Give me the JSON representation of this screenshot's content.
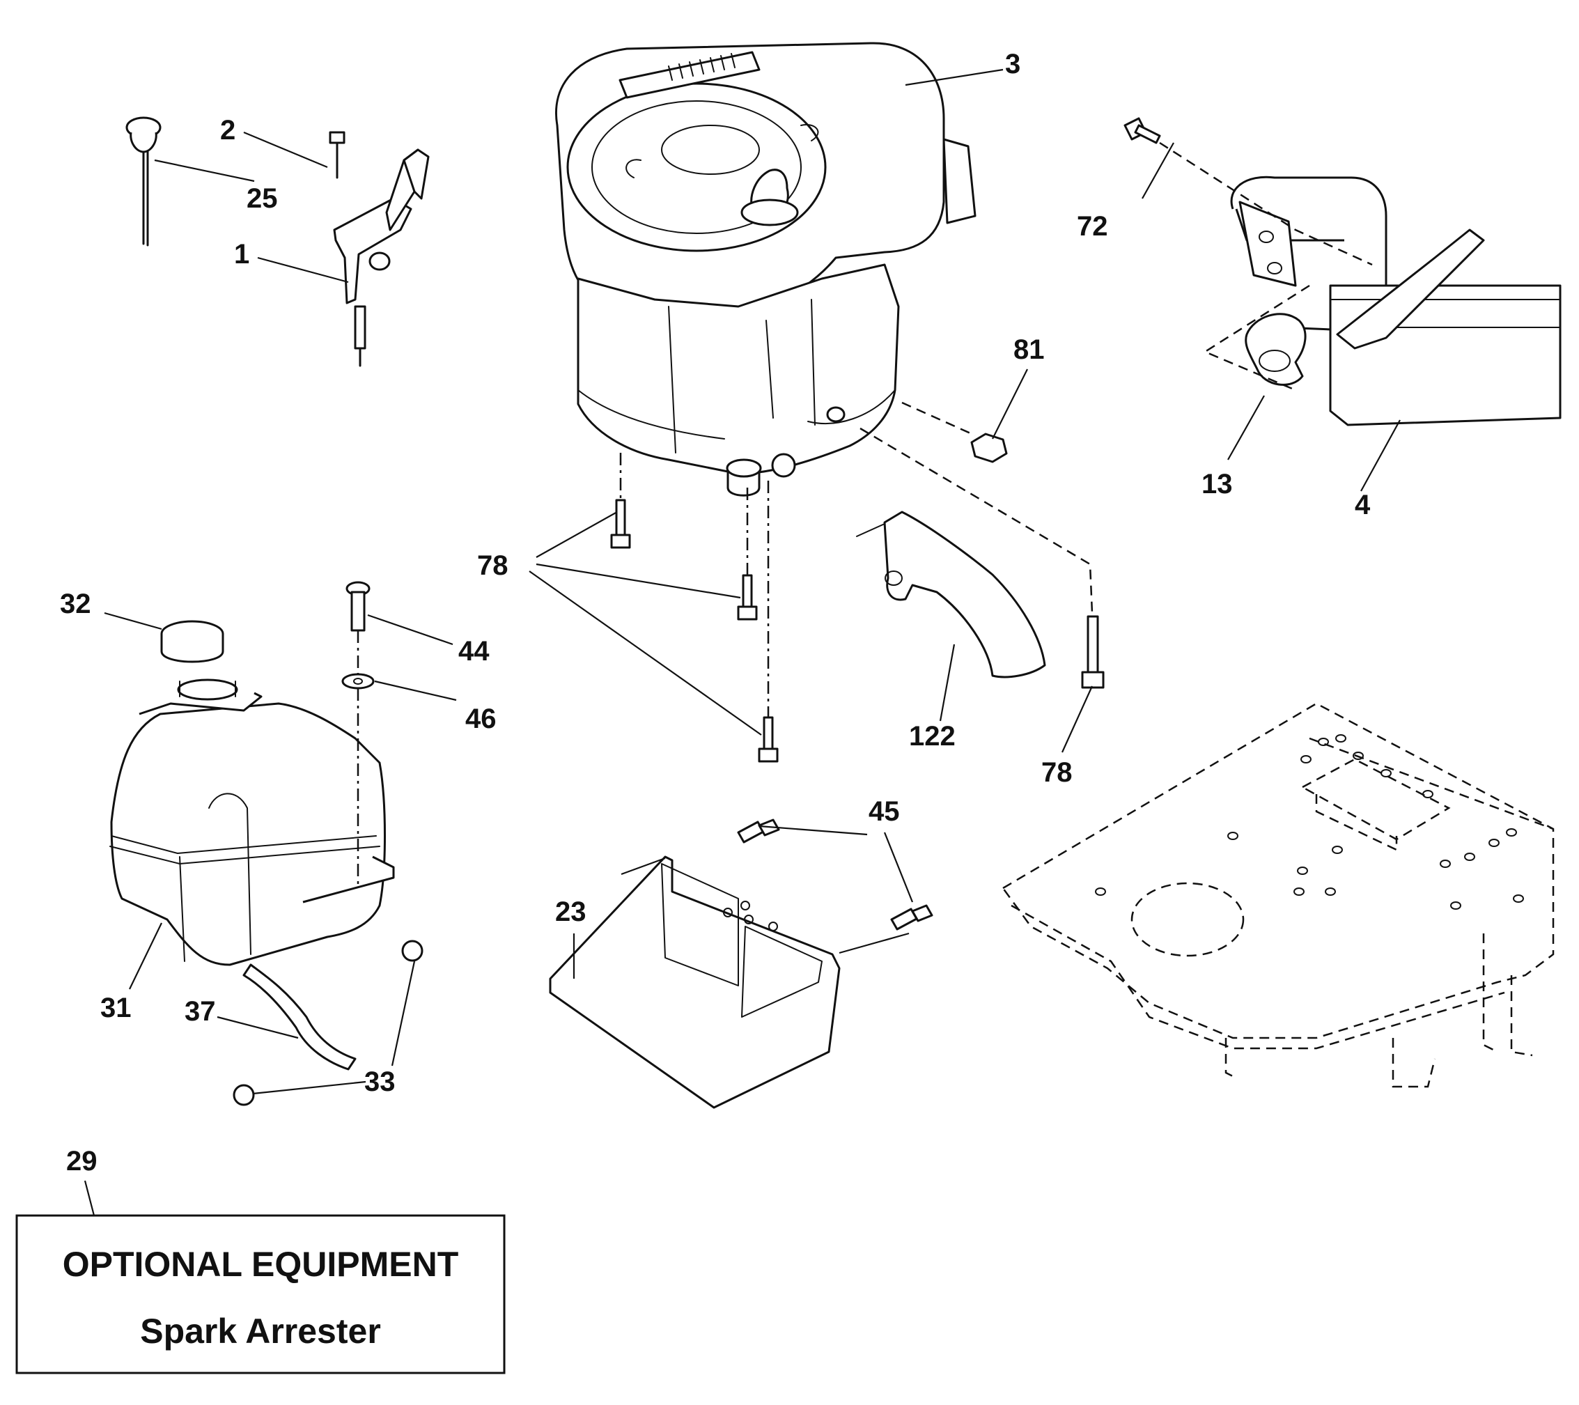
{
  "callouts": {
    "c1": "1",
    "c2": "2",
    "c3": "3",
    "c4": "4",
    "c13": "13",
    "c23": "23",
    "c25": "25",
    "c29": "29",
    "c31": "31",
    "c32": "32",
    "c33": "33",
    "c37": "37",
    "c44": "44",
    "c45": "45",
    "c46": "46",
    "c72": "72",
    "c78a": "78",
    "c78b": "78",
    "c81": "81",
    "c122": "122"
  },
  "optional_box": {
    "title": "OPTIONAL EQUIPMENT",
    "subtitle": "Spark Arrester"
  }
}
